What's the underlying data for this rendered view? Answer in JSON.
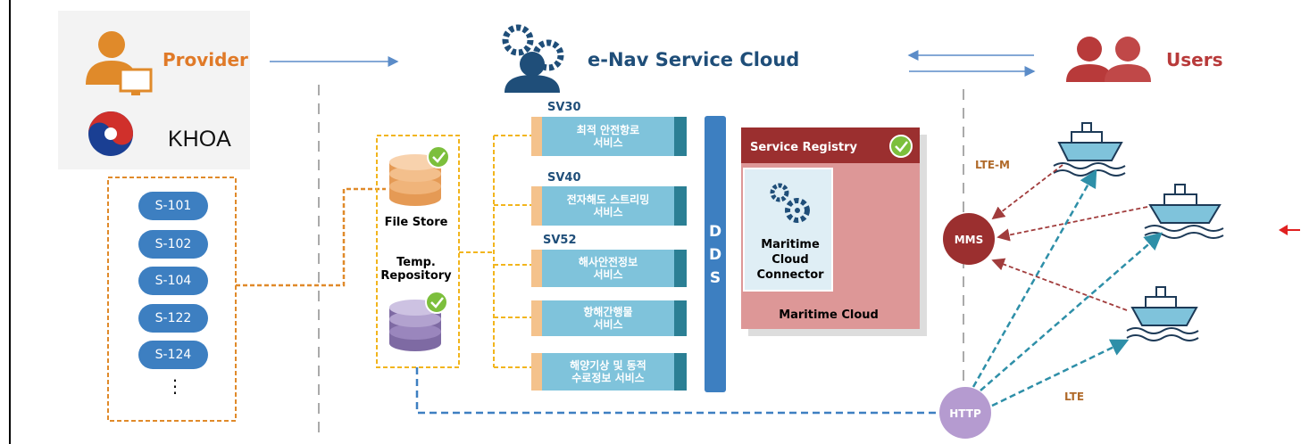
{
  "provider": {
    "label": "Provider",
    "org": "KHOA"
  },
  "cloud": {
    "label": "e-Nav Service Cloud"
  },
  "users": {
    "label": "Users"
  },
  "products": [
    "S-101",
    "S-102",
    "S-104",
    "S-122",
    "S-124"
  ],
  "products_more": "⋮",
  "repository": {
    "file_store": "File Store",
    "temp_repo": "Temp. Repository"
  },
  "services": [
    {
      "code": "SV30",
      "name": "최적 안전항로\n서비스"
    },
    {
      "code": "SV40",
      "name": "전자해도 스트리밍\n서비스"
    },
    {
      "code": "SV52",
      "name": "해사안전정보\n서비스"
    },
    {
      "code": "",
      "name": "항해간행물\n서비스"
    },
    {
      "code": "",
      "name": "해양기상 및 동적\n수로정보 서비스"
    }
  ],
  "dds": [
    "D",
    "D",
    "S"
  ],
  "maritime_cloud": {
    "registry": "Service Registry",
    "connector": "Maritime Cloud Connector",
    "label": "Maritime Cloud"
  },
  "links": {
    "mms": "MMS",
    "http": "HTTP",
    "lte_m": "LTE-M",
    "lte": "LTE"
  },
  "colors": {
    "provider": "#e07a28",
    "users": "#b83a3a",
    "pill": "#3d7fc1",
    "service": "#7fc3db",
    "dds": "#3d7fc1",
    "mms": "#9b2f2f",
    "http": "#b59bd0",
    "registry": "#9b2f2f",
    "cloud_bg": "#dd9797",
    "dashed_orange": "#e08a2a",
    "dashed_yellow": "#f2b51d",
    "dashed_blue": "#3d7fc1"
  }
}
